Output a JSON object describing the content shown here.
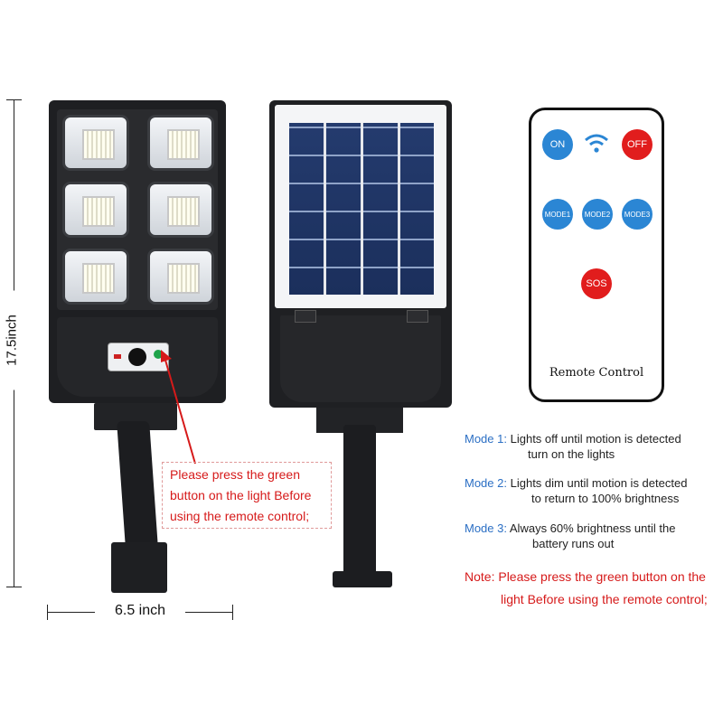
{
  "dimensions": {
    "height_label": "17.5inch",
    "width_label": "6.5 inch"
  },
  "callout": {
    "line1": "Please press the green",
    "line2": "button on the light Before",
    "line3": "using the remote control;"
  },
  "remote": {
    "on_label": "ON",
    "off_label": "OFF",
    "mode1_label": "MODE1",
    "mode2_label": "MODE2",
    "mode3_label": "MODE3",
    "sos_label": "SOS",
    "title": "Remote Control",
    "wifi_icon": "wifi-icon"
  },
  "modes": [
    {
      "key": "Mode 1:",
      "line1": "Lights off until motion is detected",
      "line2": "turn on the lights"
    },
    {
      "key": "Mode 2:",
      "line1": "Lights dim until motion is detected",
      "line2": "to return to 100% brightness"
    },
    {
      "key": "Mode 3:",
      "line1": "Always 60% brightness until the",
      "line2": "battery runs out"
    }
  ],
  "note": {
    "line1": "Note: Please press the green button on the",
    "line2": "light Before using the remote control;"
  },
  "colors": {
    "accent_blue": "#2b86d4",
    "alert_red": "#d61a1a",
    "button_red": "#e11d1d",
    "indicator_green": "#1ea34a"
  }
}
